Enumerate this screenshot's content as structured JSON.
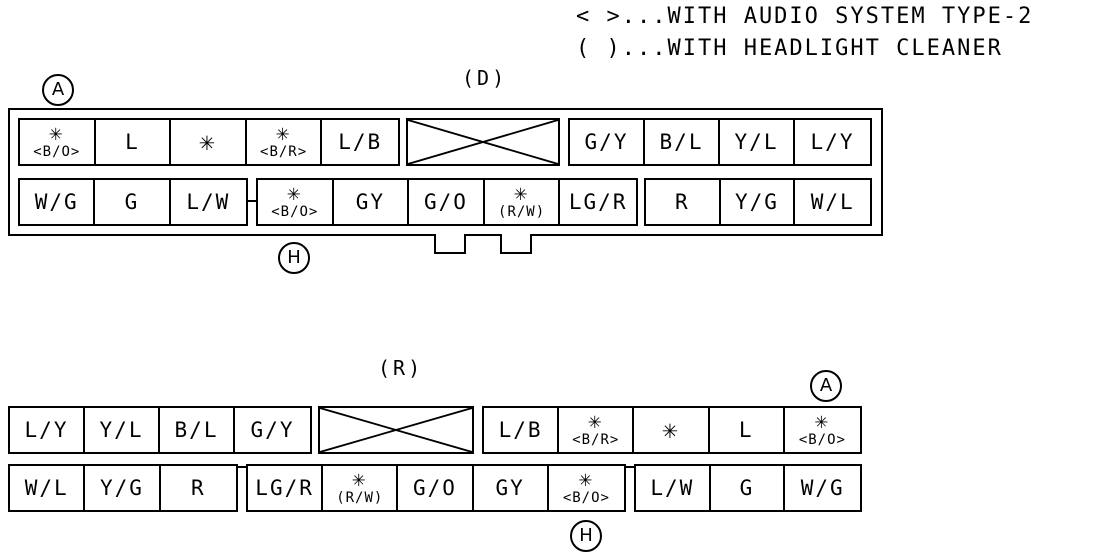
{
  "legend": {
    "line1": "< >...WITH AUDIO SYSTEM TYPE-2",
    "line2": "( )...WITH HEADLIGHT CLEANER"
  },
  "marks": {
    "a": "A",
    "h": "H"
  },
  "D": {
    "title": "(D)",
    "top_left": [
      {
        "star": "✳",
        "sub": "<B/O>"
      },
      {
        "text": "L"
      },
      {
        "star_only": "✳"
      },
      {
        "star": "✳",
        "sub": "<B/R>"
      },
      {
        "text": "L/B"
      }
    ],
    "top_right": [
      "G/Y",
      "B/L",
      "Y/L",
      "L/Y"
    ],
    "bottom_left": [
      "W/G",
      "G",
      "L/W"
    ],
    "bottom_mid": [
      {
        "star": "✳",
        "sub": "<B/O>"
      },
      {
        "text": "GY"
      },
      {
        "text": "G/O"
      },
      {
        "star": "✳",
        "sub": "(R/W)"
      },
      {
        "text": "LG/R"
      }
    ],
    "bottom_right": [
      "R",
      "Y/G",
      "W/L"
    ]
  },
  "R": {
    "title": "(R)",
    "top_left": [
      "L/Y",
      "Y/L",
      "B/L",
      "G/Y"
    ],
    "top_right": [
      {
        "text": "L/B"
      },
      {
        "star": "✳",
        "sub": "<B/R>"
      },
      {
        "star_only": "✳"
      },
      {
        "text": "L"
      },
      {
        "star": "✳",
        "sub": "<B/O>"
      }
    ],
    "bottom_left": [
      "W/L",
      "Y/G",
      "R"
    ],
    "bottom_mid": [
      {
        "text": "LG/R"
      },
      {
        "star": "✳",
        "sub": "(R/W)"
      },
      {
        "text": "G/O"
      },
      {
        "text": "GY"
      },
      {
        "star": "✳",
        "sub": "<B/O>"
      }
    ],
    "bottom_right": [
      "L/W",
      "G",
      "W/G"
    ]
  }
}
